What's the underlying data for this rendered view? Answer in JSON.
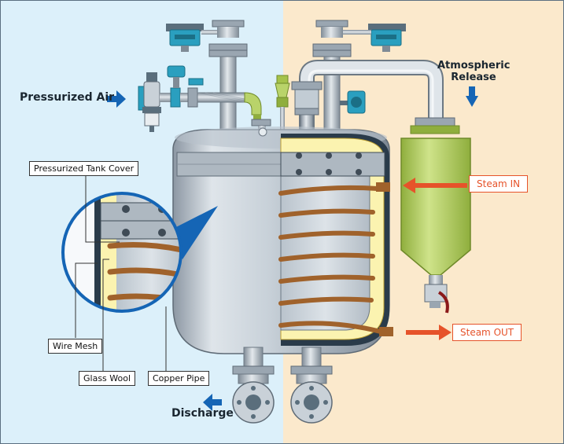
{
  "labels": {
    "pressurized_air": "Pressurized Air",
    "atmospheric_line1": "Atmospheric",
    "atmospheric_line2": "Release",
    "steam_in": "Steam IN",
    "steam_out": "Steam OUT",
    "pressurized_tank_cover": "Pressurized Tank Cover",
    "wire_mesh": "Wire Mesh",
    "glass_wool": "Glass Wool",
    "copper_pipe": "Copper Pipe",
    "discharge": "Discharge"
  },
  "colors": {
    "left_background": "#dcf0fa",
    "right_background": "#fbe9cc",
    "arrow_blue": "#1565b5",
    "arrow_red": "#e6532a",
    "copper_coil": "#a0622b",
    "glass_wool": "#fbf3b0",
    "separator_green": "#b9d36a",
    "valve_teal": "#2a9fbf",
    "pipe_steel": "#b7c2cc"
  },
  "icons": {
    "pressurized_air_arrow": "arrow-right-icon",
    "atmospheric_arrow": "arrow-down-icon",
    "steam_in_arrow": "arrow-left-icon",
    "steam_out_arrow": "arrow-right-icon",
    "discharge_arrow": "arrow-left-icon"
  }
}
